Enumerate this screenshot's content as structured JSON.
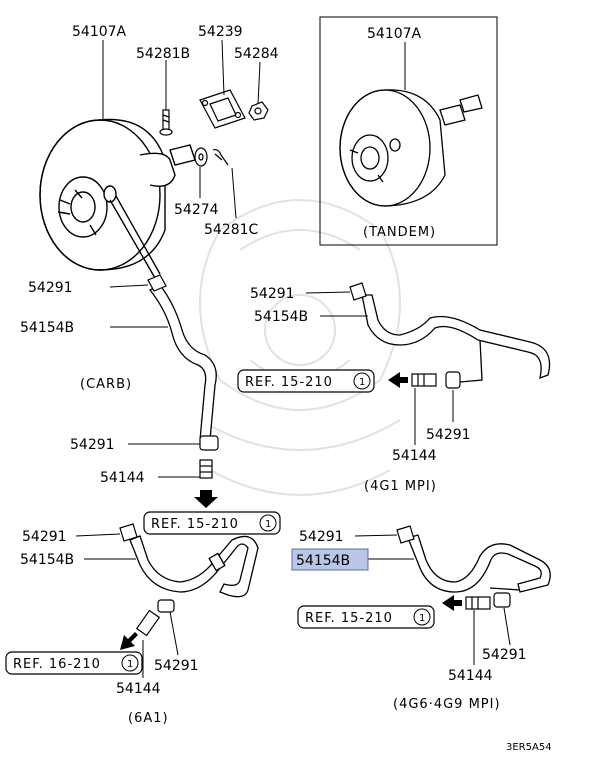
{
  "diagram": {
    "parts": {
      "booster_main": "54107A",
      "booster_tandem": "54107A",
      "gasket": "54239",
      "stud": "54281B",
      "nut": "54284",
      "washer": "54274",
      "pin": "54281C",
      "clamp_carb_top": "54291",
      "hose_carb": "54154B",
      "clamp_carb_mid": "54291",
      "check_valve_carb": "54144",
      "clamp_4g1": "54291",
      "hose_4g1": "54154B",
      "check_valve_4g1": "54144",
      "clamp_4g1_side": "54291",
      "clamp_6a1": "54291",
      "hose_6a1": "54154B",
      "check_valve_6a1": "54144",
      "clamp_6a1_side": "54291",
      "clamp_4g6": "54291",
      "hose_4g6_highlighted": "54154B",
      "clamp_4g6_side": "54291",
      "check_valve_4g6": "54144"
    },
    "notes": {
      "tandem": "(TANDEM)",
      "carb": "(CARB)",
      "4g1": "(4G1 MPI)",
      "6a1": "(6A1)",
      "4g6": "(4G6·4G9 MPI)"
    },
    "refs": {
      "carb": "REF. 15-210",
      "4g1": "REF. 15-210",
      "6a1": "REF. 16-210",
      "4g6": "REF. 15-210"
    },
    "ref_circle": "1",
    "footer_code": "3ER5A54",
    "highlight_color": "#b9c6e8"
  }
}
